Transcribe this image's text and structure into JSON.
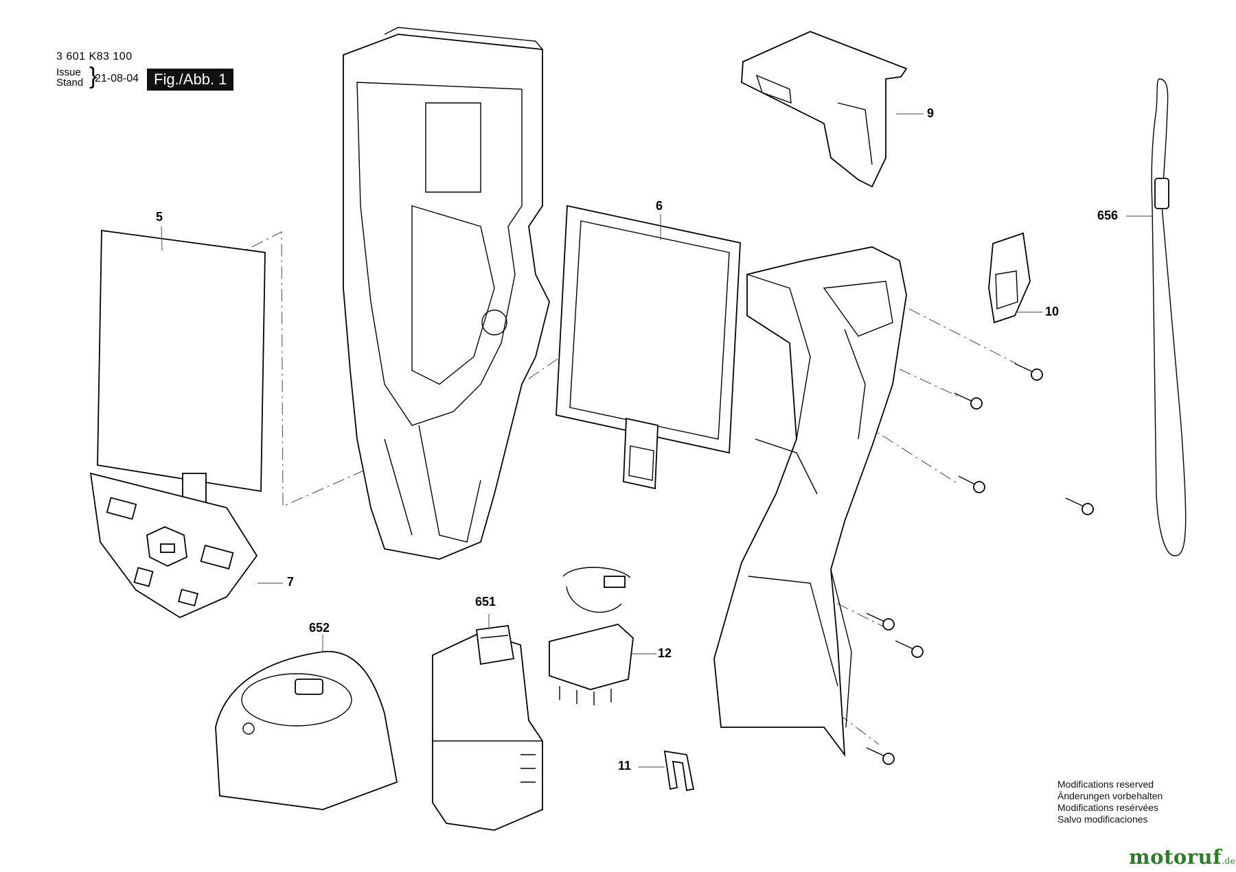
{
  "header": {
    "part_number": "3 601 K83 100",
    "issue_label": "Issue",
    "stand_label": "Stand",
    "date": "21-08-04",
    "figure_label": "Fig./Abb. 1"
  },
  "callouts": {
    "p5": "5",
    "p6": "6",
    "p7": "7",
    "p9": "9",
    "p10": "10",
    "p11": "11",
    "p12": "12",
    "p651": "651",
    "p652": "652",
    "p656": "656"
  },
  "notice": {
    "en": "Modifications reserved",
    "de": "Änderungen vorbehalten",
    "fr": "Modifications resérvées",
    "es": "Salvo modificaciones"
  },
  "watermark": {
    "main": "motoruf",
    "tld": ".de"
  },
  "colors": {
    "watermark_green": "#2f7a2a",
    "watermark_orange": "#e27b1a"
  }
}
